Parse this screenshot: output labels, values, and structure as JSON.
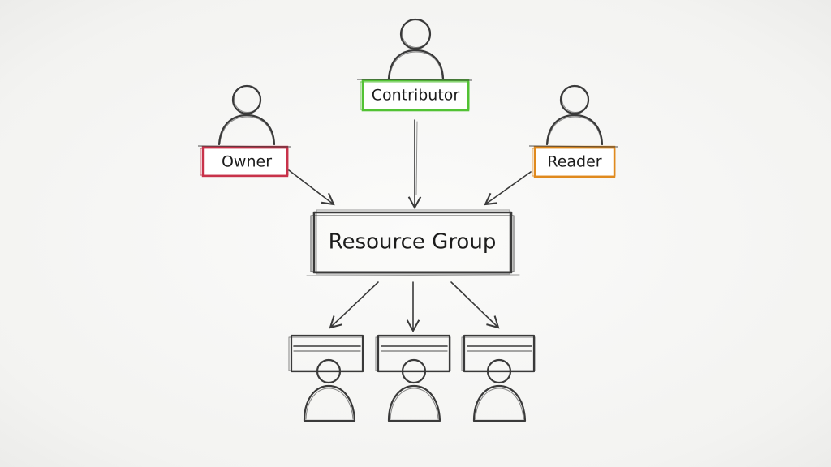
{
  "diagram": {
    "roles": [
      {
        "id": "owner",
        "label": "Owner",
        "color": "#c8324a"
      },
      {
        "id": "contributor",
        "label": "Contributor",
        "color": "#52c234"
      },
      {
        "id": "reader",
        "label": "Reader",
        "color": "#e08a1e"
      }
    ],
    "resource_group": {
      "label": "Resource Group"
    },
    "members": [
      {
        "id": "member-1"
      },
      {
        "id": "member-2"
      },
      {
        "id": "member-3"
      }
    ],
    "stroke_color": "#3a3a3a"
  }
}
